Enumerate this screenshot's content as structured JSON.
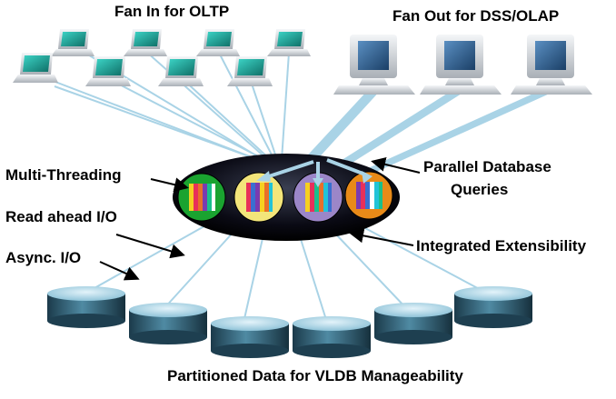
{
  "labels": {
    "fan_in": "Fan In for OLTP",
    "fan_out": "Fan Out for DSS/OLAP",
    "multi_threading": "Multi-Threading",
    "read_ahead": "Read ahead I/O",
    "async_io": "Async. I/O",
    "parallel_line1": "Parallel Database",
    "parallel_line2": "Queries",
    "integrated": "Integrated Extensibility",
    "partitioned": "Partitioned Data for VLDB Manageability"
  },
  "colors": {
    "connector": "#a9d3e6",
    "hub_dark": "#0a0a14",
    "disk_top": "#b4dceb",
    "disk_body": "#2d5a70",
    "laptop_screen": "#1fa39a",
    "monitor_screen": "#2c5f8e",
    "device_body": "#c9cdd2",
    "server_circles": [
      "#1aa330",
      "#f3e57a",
      "#9b86c8",
      "#e88a18"
    ],
    "bars": [
      "#f5d020",
      "#e8305a",
      "#3a6fd0",
      "#7a3bb0",
      "#1abf8c",
      "#e86f2a",
      "#ffffff",
      "#22c3d8"
    ]
  }
}
